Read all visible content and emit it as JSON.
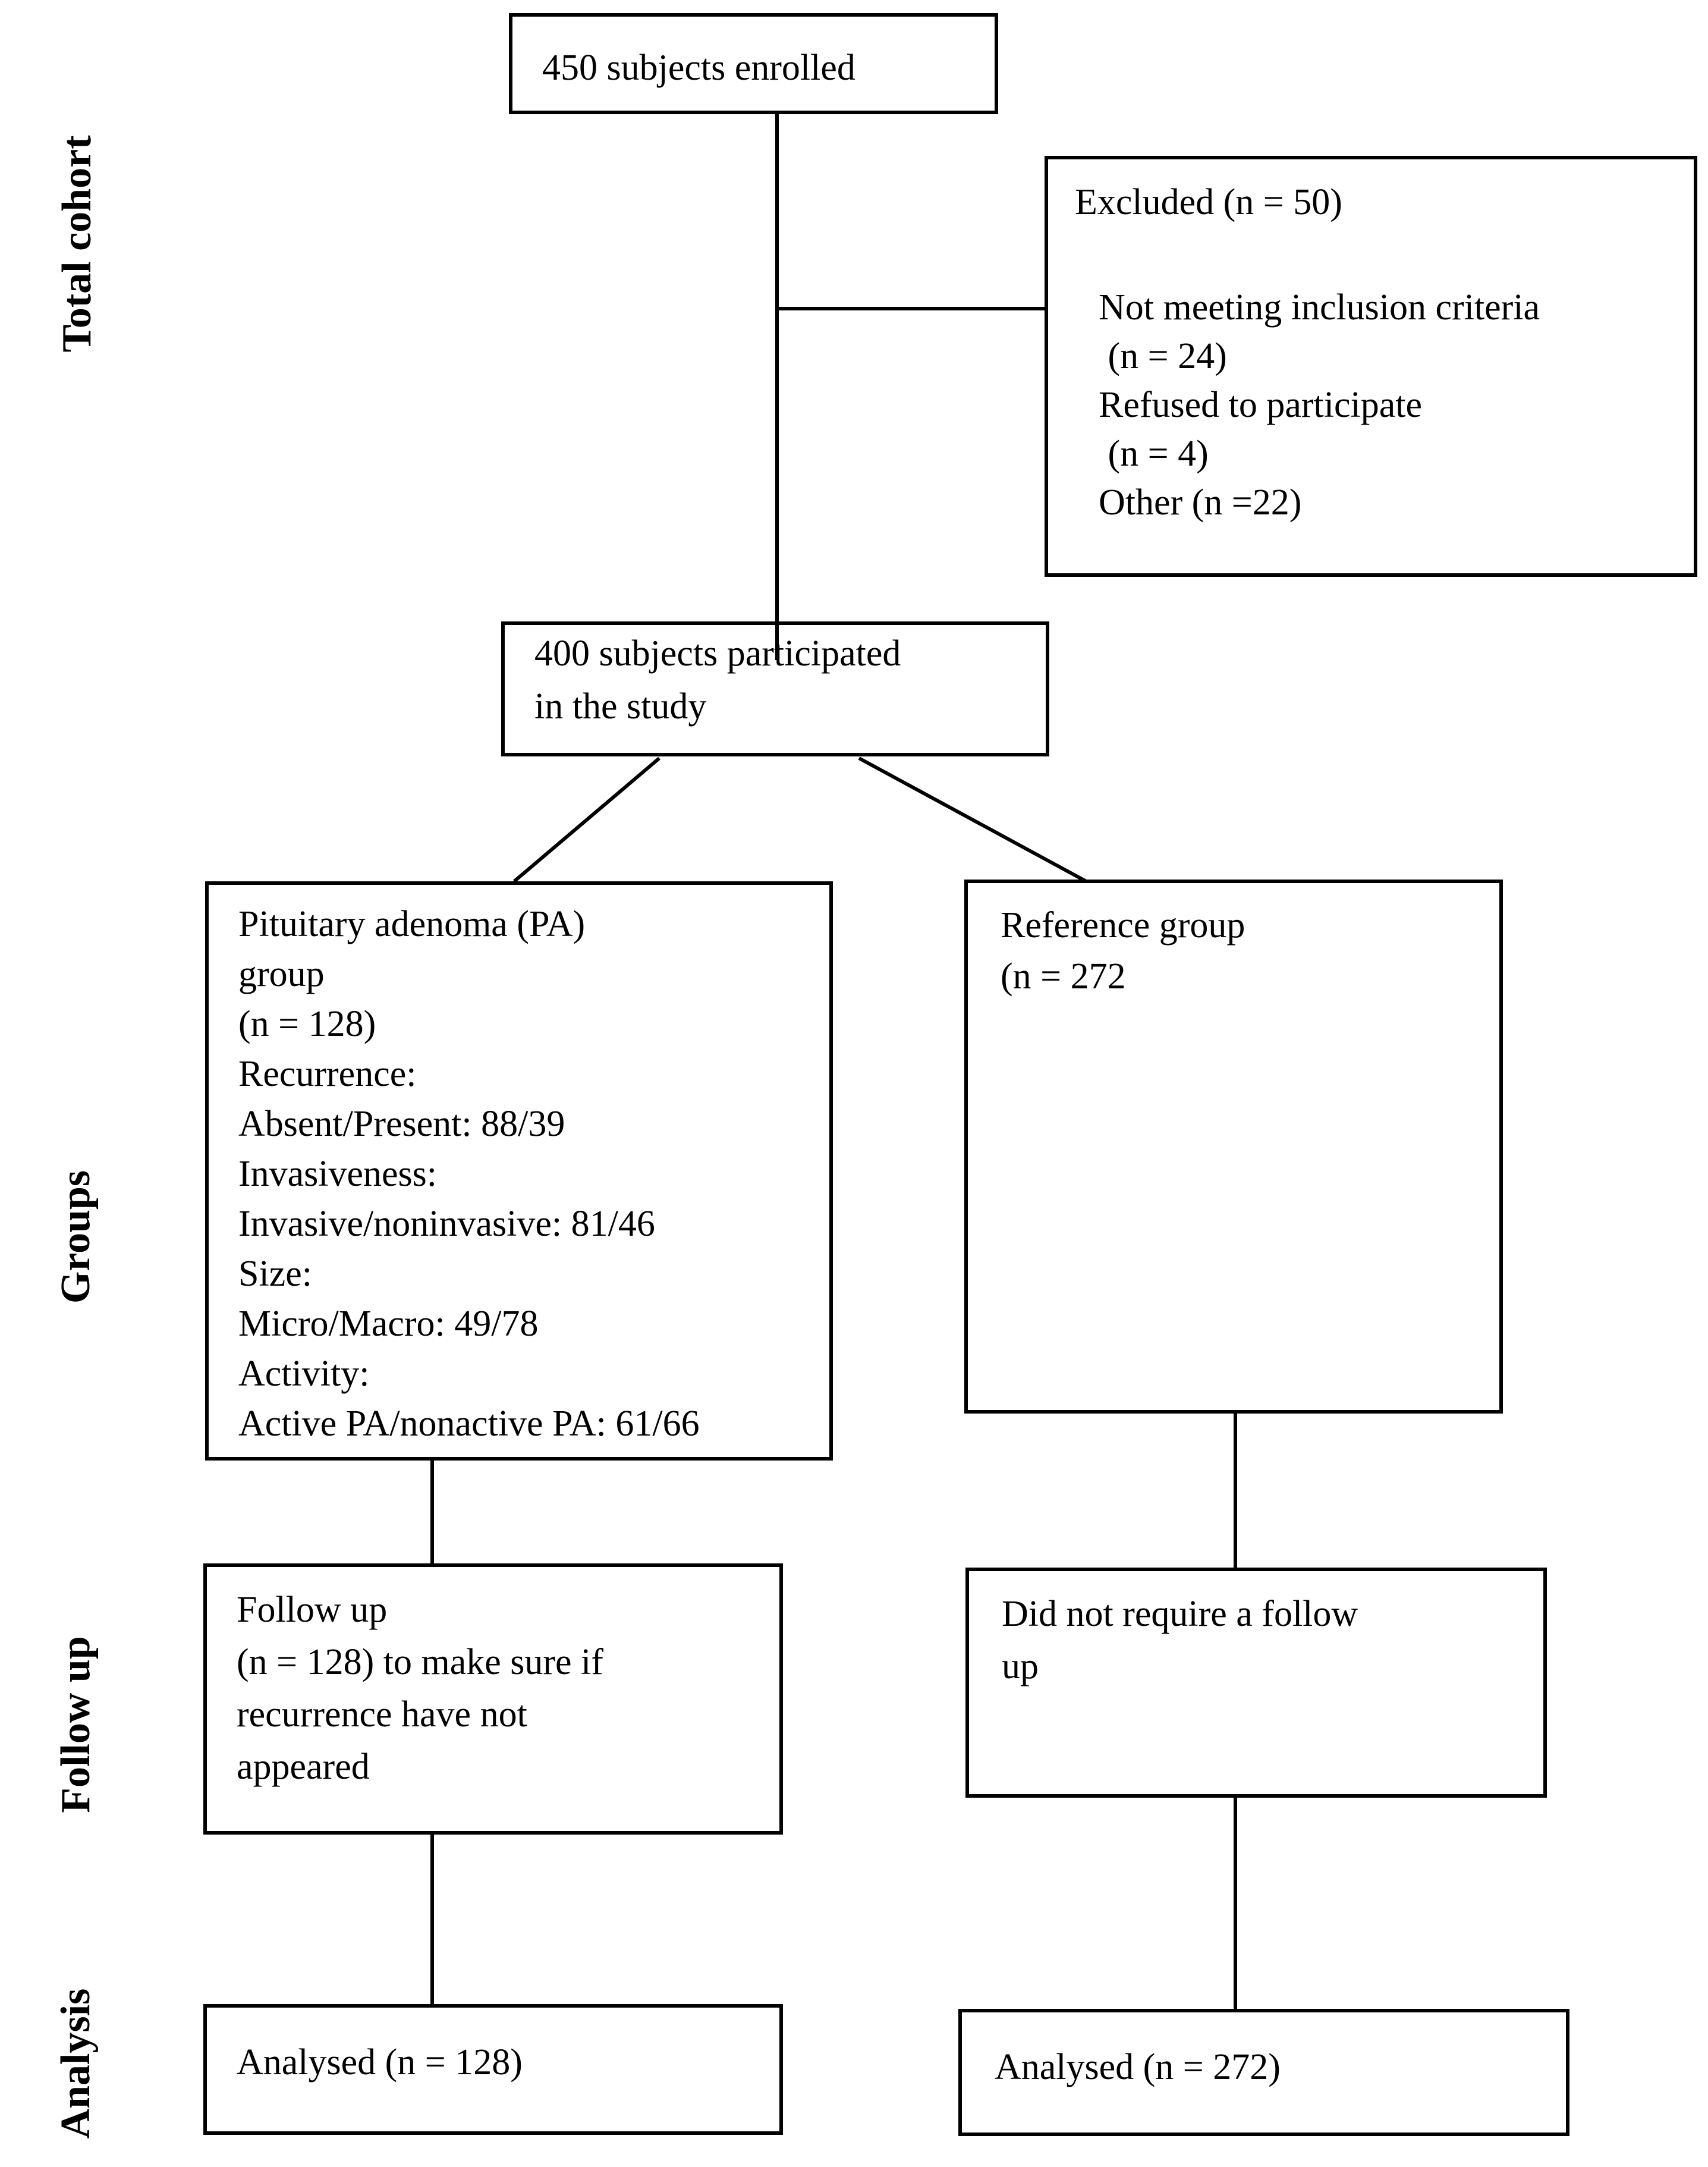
{
  "diagram": {
    "stage_labels": {
      "total_cohort": "Total cohort",
      "groups": "Groups",
      "follow_up": "Follow up",
      "analysis": "Analysis"
    },
    "boxes": {
      "enrolled": {
        "lines": [
          "450 subjects enrolled"
        ]
      },
      "excluded": {
        "title": "Excluded (n = 50)",
        "items": [
          "Not meeting inclusion criteria",
          " (n = 24)",
          "Refused to participate",
          " (n = 4)",
          "Other (n =22)"
        ]
      },
      "participated": {
        "lines": [
          "400 subjects participated",
          "in the study"
        ]
      },
      "pa_group": {
        "lines": [
          "Pituitary adenoma (PA)",
          "group",
          "(n = 128)",
          "Recurrence:",
          "Absent/Present: 88/39",
          "Invasiveness:",
          "Invasive/noninvasive: 81/46",
          "Size:",
          "Micro/Macro: 49/78",
          "Activity:",
          "Active PA/nonactive PA: 61/66"
        ]
      },
      "reference_group": {
        "lines": [
          "Reference group",
          "(n = 272"
        ]
      },
      "followup_pa": {
        "lines": [
          "Follow up",
          "(n = 128) to make sure if",
          "recurrence have not",
          "appeared"
        ]
      },
      "followup_reference": {
        "lines": [
          "Did not require a follow",
          "up"
        ]
      },
      "analysed_pa": {
        "lines": [
          "Analysed (n = 128)"
        ]
      },
      "analysed_reference": {
        "lines": [
          "Analysed (n = 272)"
        ]
      }
    },
    "colors": {
      "line": "#000000",
      "background": "#ffffff",
      "text": "#000000"
    }
  }
}
